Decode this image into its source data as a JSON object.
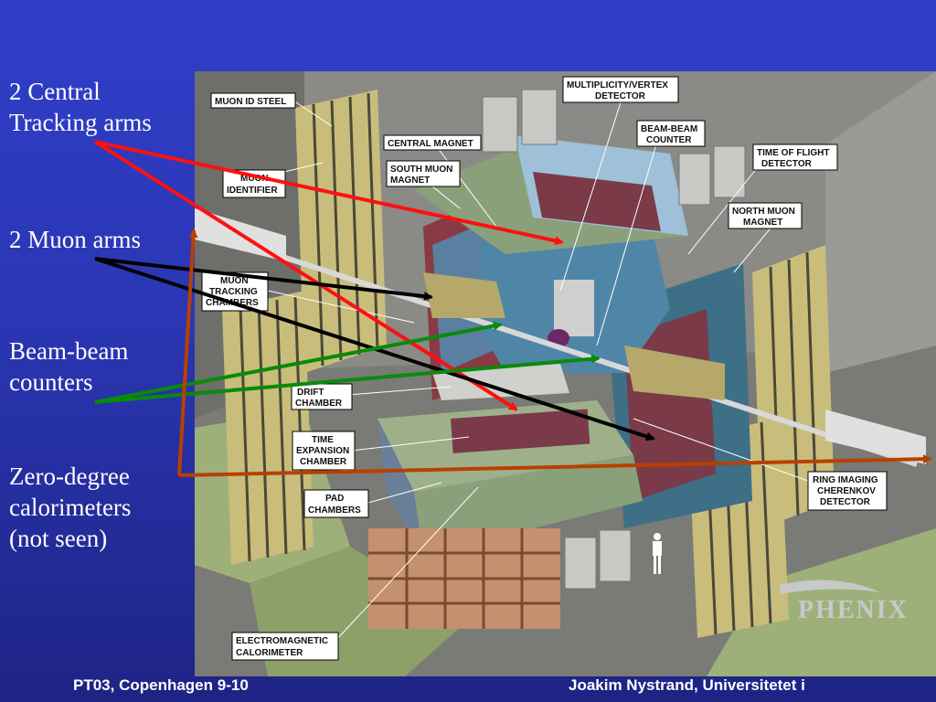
{
  "bullets": [
    {
      "line1": "2 Central",
      "line2": "Tracking arms"
    },
    {
      "line1": "2 Muon arms",
      "line2": ""
    },
    {
      "line1": "Beam-beam",
      "line2": "counters"
    },
    {
      "line1": "Zero-degree",
      "line2": "calorimeters",
      "line3": "(not seen)"
    }
  ],
  "footer": {
    "left": "PT03, Copenhagen 9-10",
    "right": "Joakim Nystrand, Universitetet i"
  },
  "diagram": {
    "logo": "PHENIX",
    "labels": {
      "muon_id_steel": "MUON ID STEEL",
      "muon_identifier_1": "MUON",
      "muon_identifier_2": "IDENTIFIER",
      "central_magnet": "CENTRAL MAGNET",
      "south_muon_magnet_1": "SOUTH MUON",
      "south_muon_magnet_2": "MAGNET",
      "multiplicity_1": "MULTIPLICITY/VERTEX",
      "multiplicity_2": "DETECTOR",
      "beam_beam_1": "BEAM-BEAM",
      "beam_beam_2": "COUNTER",
      "tof_1": "TIME OF FLIGHT",
      "tof_2": "DETECTOR",
      "north_muon_1": "NORTH MUON",
      "north_muon_2": "MAGNET",
      "muon_tracking_1": "MUON",
      "muon_tracking_2": "TRACKING",
      "muon_tracking_3": "CHAMBERS",
      "drift_1": "DRIFT",
      "drift_2": "CHAMBER",
      "tec_1": "TIME",
      "tec_2": "EXPANSION",
      "tec_3": "CHAMBER",
      "pad_1": "PAD",
      "pad_2": "CHAMBERS",
      "rich_1": "RING IMAGING",
      "rich_2": "CHERENKOV",
      "rich_3": "DETECTOR",
      "emcal_1": "ELECTROMAGNETIC",
      "emcal_2": "CALORIMETER"
    }
  },
  "colors": {
    "background": "#2a36b4",
    "arrow_tracking": "#ff1010",
    "arrow_muon": "#000000",
    "arrow_bbc": "#0a8a0a",
    "arrow_zdc": "#b84000"
  }
}
